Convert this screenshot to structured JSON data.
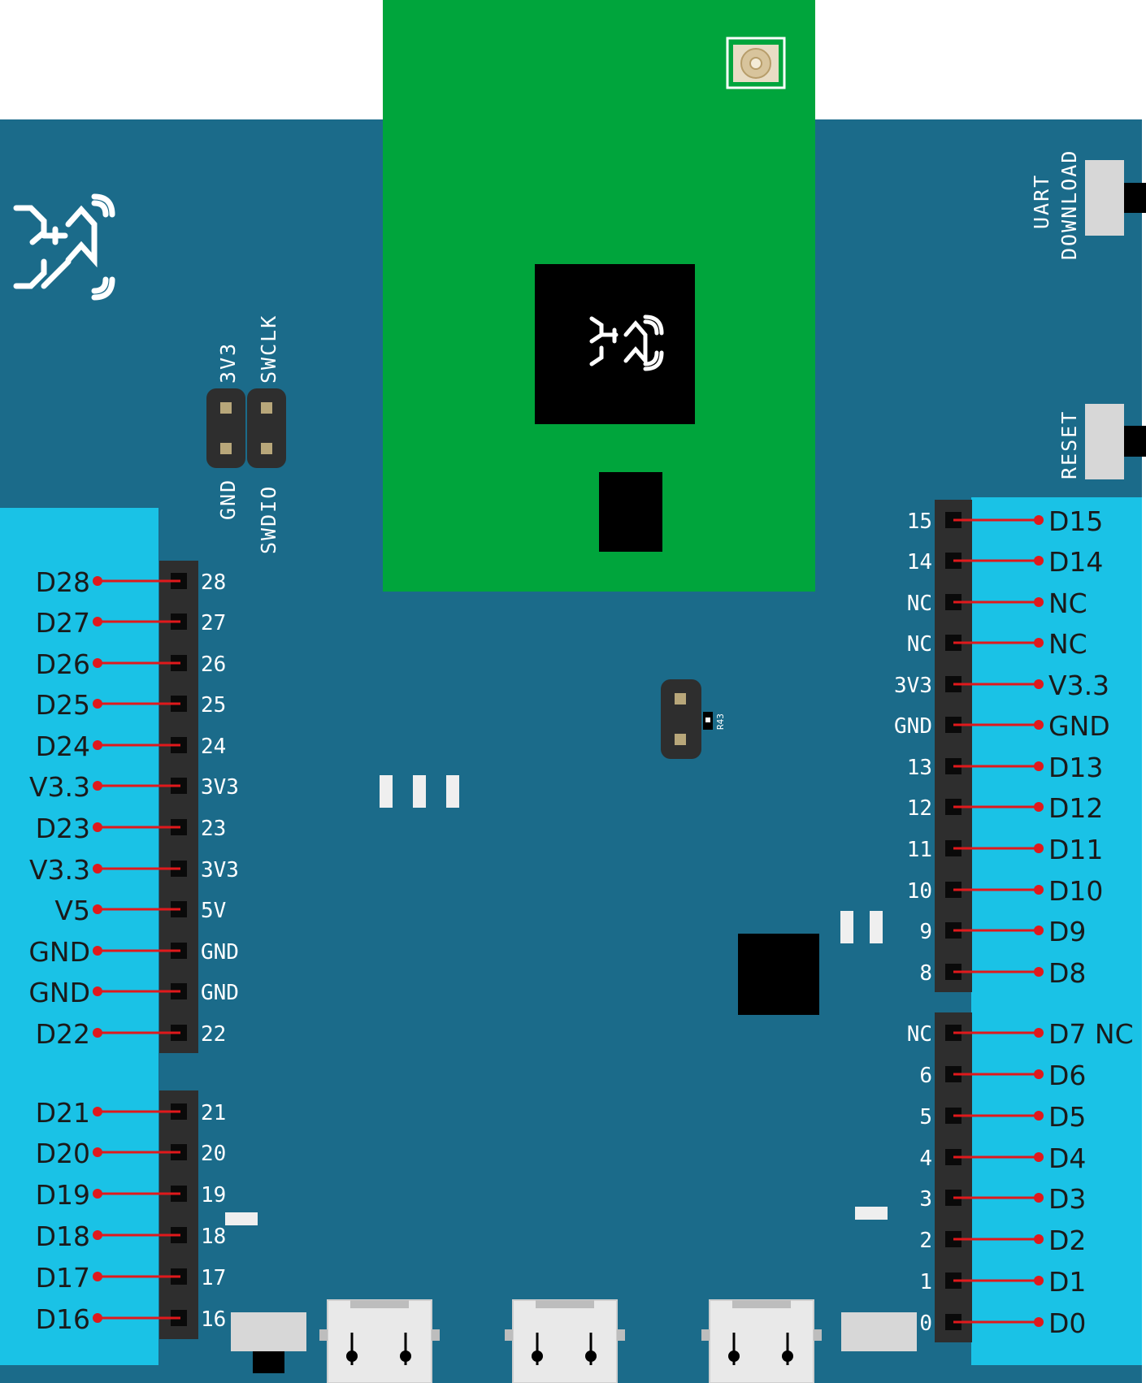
{
  "board": {
    "colors": {
      "pcb": "#1b6b8a",
      "module": "#00a53c",
      "label_panel": "#1ac2e6",
      "header": "#2e2e2e",
      "pin": "#0a0a0a",
      "wire": "#e0191c",
      "silkscreen": "#ffffff",
      "switch": "#d7d7d7"
    },
    "switch_labels": {
      "uart_line1": "UART",
      "uart_line2": "DOWNLOAD",
      "reset": "RESET"
    },
    "swd_header": {
      "top_left": "3V3",
      "top_right": "SWCLK",
      "bottom_left": "GND",
      "bottom_right": "SWDIO"
    },
    "resistor_label": "R43",
    "icons": [
      "realtek-logo-icon",
      "realtek-chip-logo-icon",
      "antenna-connector-icon",
      "micro-usb-icon"
    ]
  },
  "left_pins": [
    {
      "label": "D28",
      "silk": "28"
    },
    {
      "label": "D27",
      "silk": "27"
    },
    {
      "label": "D26",
      "silk": "26"
    },
    {
      "label": "D25",
      "silk": "25"
    },
    {
      "label": "D24",
      "silk": "24"
    },
    {
      "label": "V3.3",
      "silk": "3V3"
    },
    {
      "label": "D23",
      "silk": "23"
    },
    {
      "label": "V3.3",
      "silk": "3V3"
    },
    {
      "label": "V5",
      "silk": "5V"
    },
    {
      "label": "GND",
      "silk": "GND"
    },
    {
      "label": "GND",
      "silk": "GND"
    },
    {
      "label": "D22",
      "silk": "22"
    },
    {
      "label": "D21",
      "silk": "21"
    },
    {
      "label": "D20",
      "silk": "20"
    },
    {
      "label": "D19",
      "silk": "19"
    },
    {
      "label": "D18",
      "silk": "18"
    },
    {
      "label": "D17",
      "silk": "17"
    },
    {
      "label": "D16",
      "silk": "16"
    }
  ],
  "right_pins": [
    {
      "label": "D15",
      "silk": "15"
    },
    {
      "label": "D14",
      "silk": "14"
    },
    {
      "label": "NC",
      "silk": "NC"
    },
    {
      "label": "NC",
      "silk": "NC"
    },
    {
      "label": "V3.3",
      "silk": "3V3"
    },
    {
      "label": "GND",
      "silk": "GND"
    },
    {
      "label": "D13",
      "silk": "13"
    },
    {
      "label": "D12",
      "silk": "12"
    },
    {
      "label": "D11",
      "silk": "11"
    },
    {
      "label": "D10",
      "silk": "10"
    },
    {
      "label": "D9",
      "silk": "9"
    },
    {
      "label": "D8",
      "silk": "8"
    },
    {
      "label": "D7 NC",
      "silk": "NC"
    },
    {
      "label": "D6",
      "silk": "6"
    },
    {
      "label": "D5",
      "silk": "5"
    },
    {
      "label": "D4",
      "silk": "4"
    },
    {
      "label": "D3",
      "silk": "3"
    },
    {
      "label": "D2",
      "silk": "2"
    },
    {
      "label": "D1",
      "silk": "1"
    },
    {
      "label": "D0",
      "silk": "0"
    }
  ]
}
